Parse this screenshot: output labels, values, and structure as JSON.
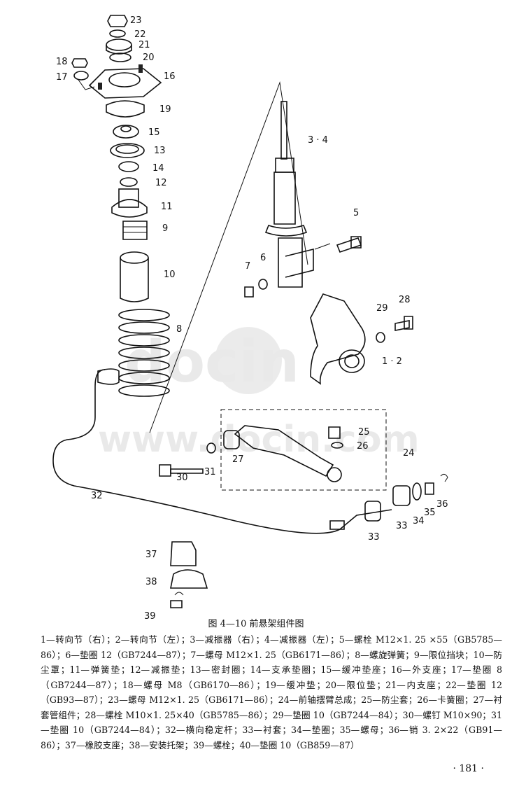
{
  "figure_caption": "图 4—10   前悬架组件图",
  "legend_text": "1—转向节（右）；2—转向节（左）；3—减振器（右）；4—减振器（左）；5—螺栓 M12×1. 25 ×55（GB5785—86）；6—垫圈 12（GB7244—87）；7—螺母 M12×1. 25（GB6171—86）；8—螺旋弹簧；9—限位挡块；10—防尘罩；11—弹簧垫；12—减振垫；13—密封圈；14—支承垫圈；15—缓冲垫座；16—外支座；17—垫圈 8（GB7244—87）；18—螺母 M8（GB6170—86）；19—缓冲垫；20—限位垫；21—内支座；22—垫圈 12（GB93—87）；23—螺母 M12×1. 25（GB6171—86）；24—前轴摆臂总成；25—防尘套；26—卡簧圈；27—衬套管组件；28—螺栓 M10×1. 25×40（GB5785—86）；29—垫圈 10（GB7244—84）；30—螺钉 M10×90；31—垫圈 10（GB7244—84）；32—横向稳定杆；33—衬套；34—垫圈；35—螺母；36—销 3. 2×22（GB91—86）；37—橡胶支座；38—安装托架；39—螺栓；40—垫圈 10（GB859—87）",
  "page_number": "· 181 ·",
  "watermark": {
    "logo": "docin",
    "url": "www.docin.com"
  },
  "callouts": [
    "23",
    "22",
    "21",
    "20",
    "19",
    "18",
    "17",
    "16",
    "15",
    "13",
    "14",
    "12",
    "11",
    "9",
    "10",
    "8",
    "3 · 4",
    "5",
    "6",
    "7",
    "28",
    "29",
    "1 · 2",
    "25",
    "26",
    "24",
    "27",
    "30",
    "31",
    "32",
    "33",
    "33",
    "34",
    "35",
    "36",
    "37",
    "38",
    "39"
  ]
}
